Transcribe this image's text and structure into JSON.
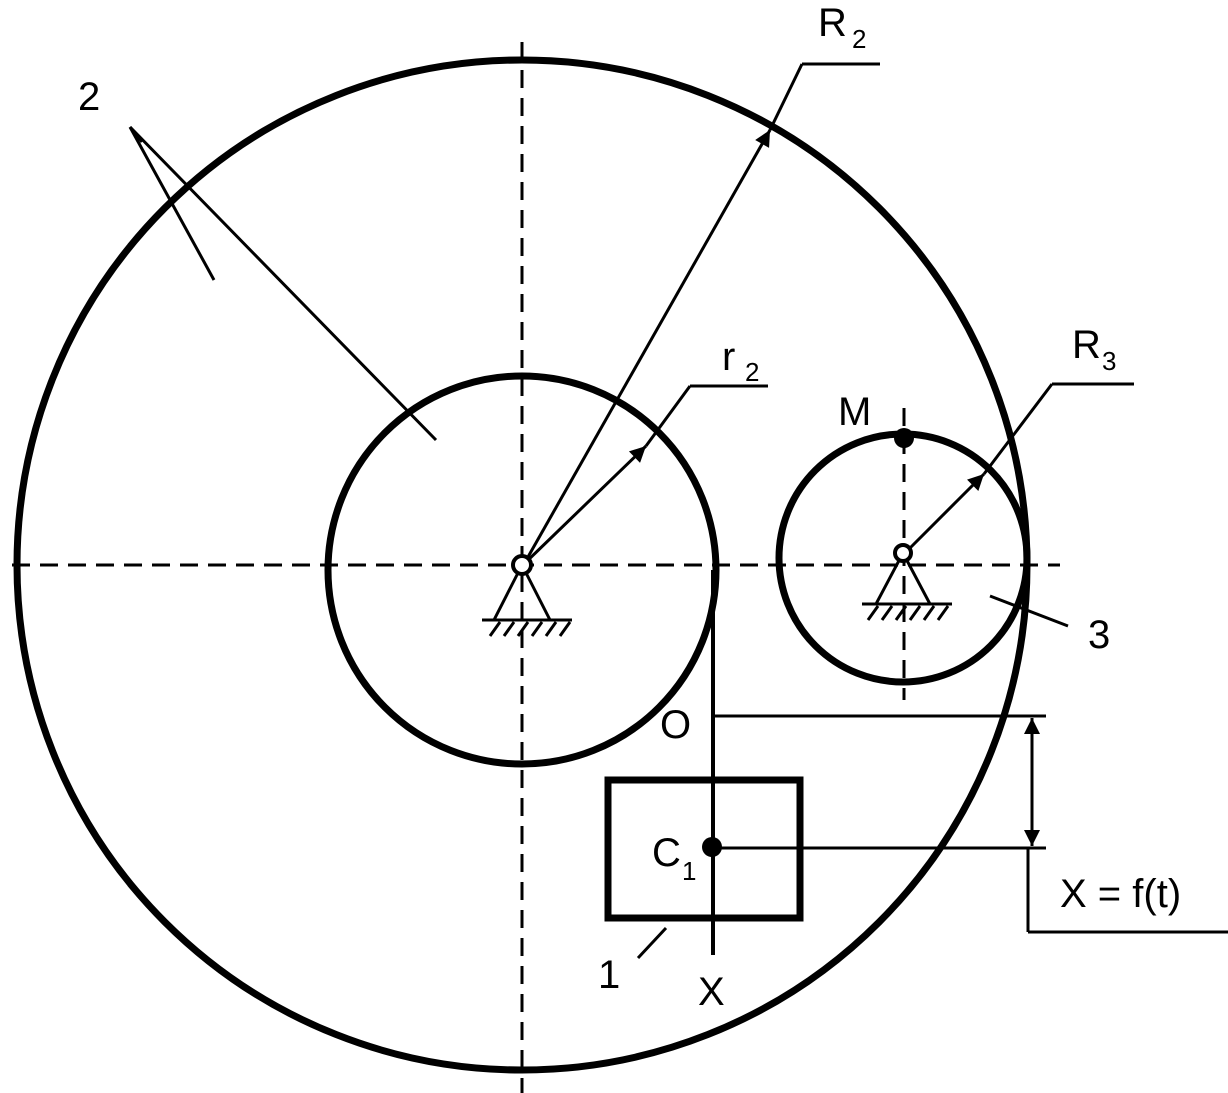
{
  "labels": {
    "body2": "2",
    "body3": "3",
    "body1": "1",
    "R2_main": "R",
    "R2_sub": "2",
    "r2_main": "r",
    "r2_sub": "2",
    "R3_main": "R",
    "R3_sub": "3",
    "M": "M",
    "O": "O",
    "C1_main": "C",
    "C1_sub": "1",
    "X_axis": "X",
    "law": "X = f(t)"
  },
  "colors": {
    "ink": "#000000",
    "background": "#ffffff"
  }
}
